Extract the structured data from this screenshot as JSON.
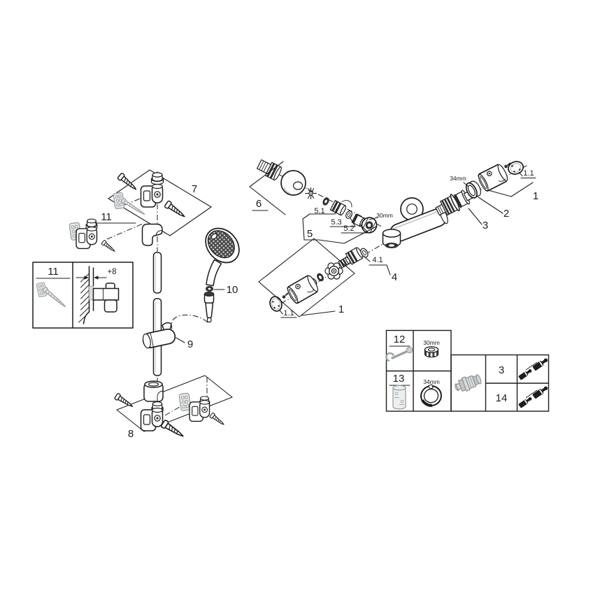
{
  "colors": {
    "background": "#ffffff",
    "line": "#1d1d1b",
    "accent_gray": "#9aa0a3"
  },
  "rail": {
    "callouts": {
      "bracket_top": "7",
      "wall_fixing": "11",
      "handshower_seal": "10",
      "slider": "9",
      "bracket_bottom": "8"
    },
    "detail_box": {
      "callout": "11",
      "dimension": "+8"
    }
  },
  "mixer": {
    "callouts": {
      "union": "6",
      "inlet_group": "5",
      "inlet_adapter": "5.1",
      "inlet_bush": "5.2",
      "inlet_oring": "5.3",
      "cartridge": "3",
      "ring_nut": "2",
      "sleeve_top": "1",
      "cap_top": "1.1",
      "outlet_group": "4",
      "outlet_oring": "4.1",
      "sleeve_bottom": "1",
      "cap_bottom": "1.1"
    },
    "dimensions": {
      "nut_size": "30mm",
      "ring_size": "34mm"
    }
  },
  "service_table": {
    "tools": [
      {
        "id": "12",
        "size": "30mm"
      },
      {
        "id": "13",
        "size": "34mm"
      }
    ],
    "spares": [
      {
        "id": "3"
      },
      {
        "id": "14"
      }
    ],
    "icons": {
      "tool_12": "open-end-wrench-icon",
      "tool_13": "socket-tool-icon",
      "size_30": "hex-nut-icon",
      "size_34": "ring-nut-icon",
      "spare_part": "cartridge-icon",
      "lubricant": "grease-set-icon"
    }
  }
}
